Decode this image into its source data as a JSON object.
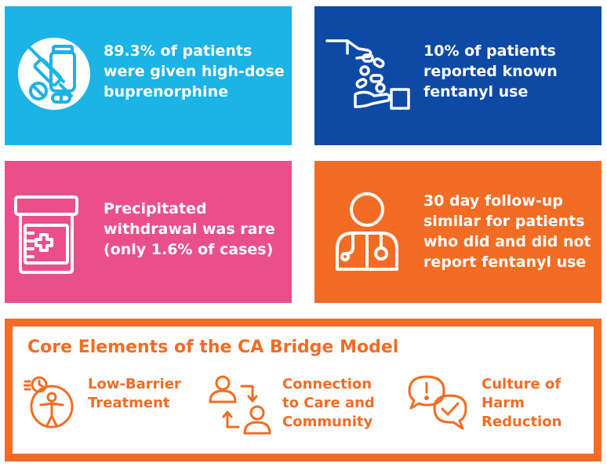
{
  "tiles": [
    {
      "text": "89.3% of patients\nwere given high-dose\nbuprenorphine",
      "icon": "syringe-pill-bottle-icon",
      "color": "#1cb3e6"
    },
    {
      "text": "10% of patients\nreported known\nfentanyl use",
      "icon": "hand-pills-icon",
      "color": "#0d4aa5"
    },
    {
      "text": "Precipitated\nwithdrawal was rare\n(only 1.6% of cases)",
      "icon": "pill-bottle-icon",
      "color": "#ea4f8c"
    },
    {
      "text": "30 day follow-up\nsimilar for patients\nwho did and did not\nreport fentanyl use",
      "icon": "doctor-icon",
      "color": "#f36c24"
    }
  ],
  "core": {
    "title": "Core Elements of the CA Bridge Model",
    "elements": [
      {
        "label": "Low-Barrier\nTreatment",
        "icon": "person-clock-icon"
      },
      {
        "label": "Connection\nto Care and\nCommunity",
        "icon": "people-exchange-icon"
      },
      {
        "label": "Culture of\nHarm\nReduction",
        "icon": "speech-bubbles-icon"
      }
    ]
  },
  "colors": {
    "cyan": "#1cb3e6",
    "navy": "#0d4aa5",
    "pink": "#ea4f8c",
    "orange": "#f36c24"
  }
}
